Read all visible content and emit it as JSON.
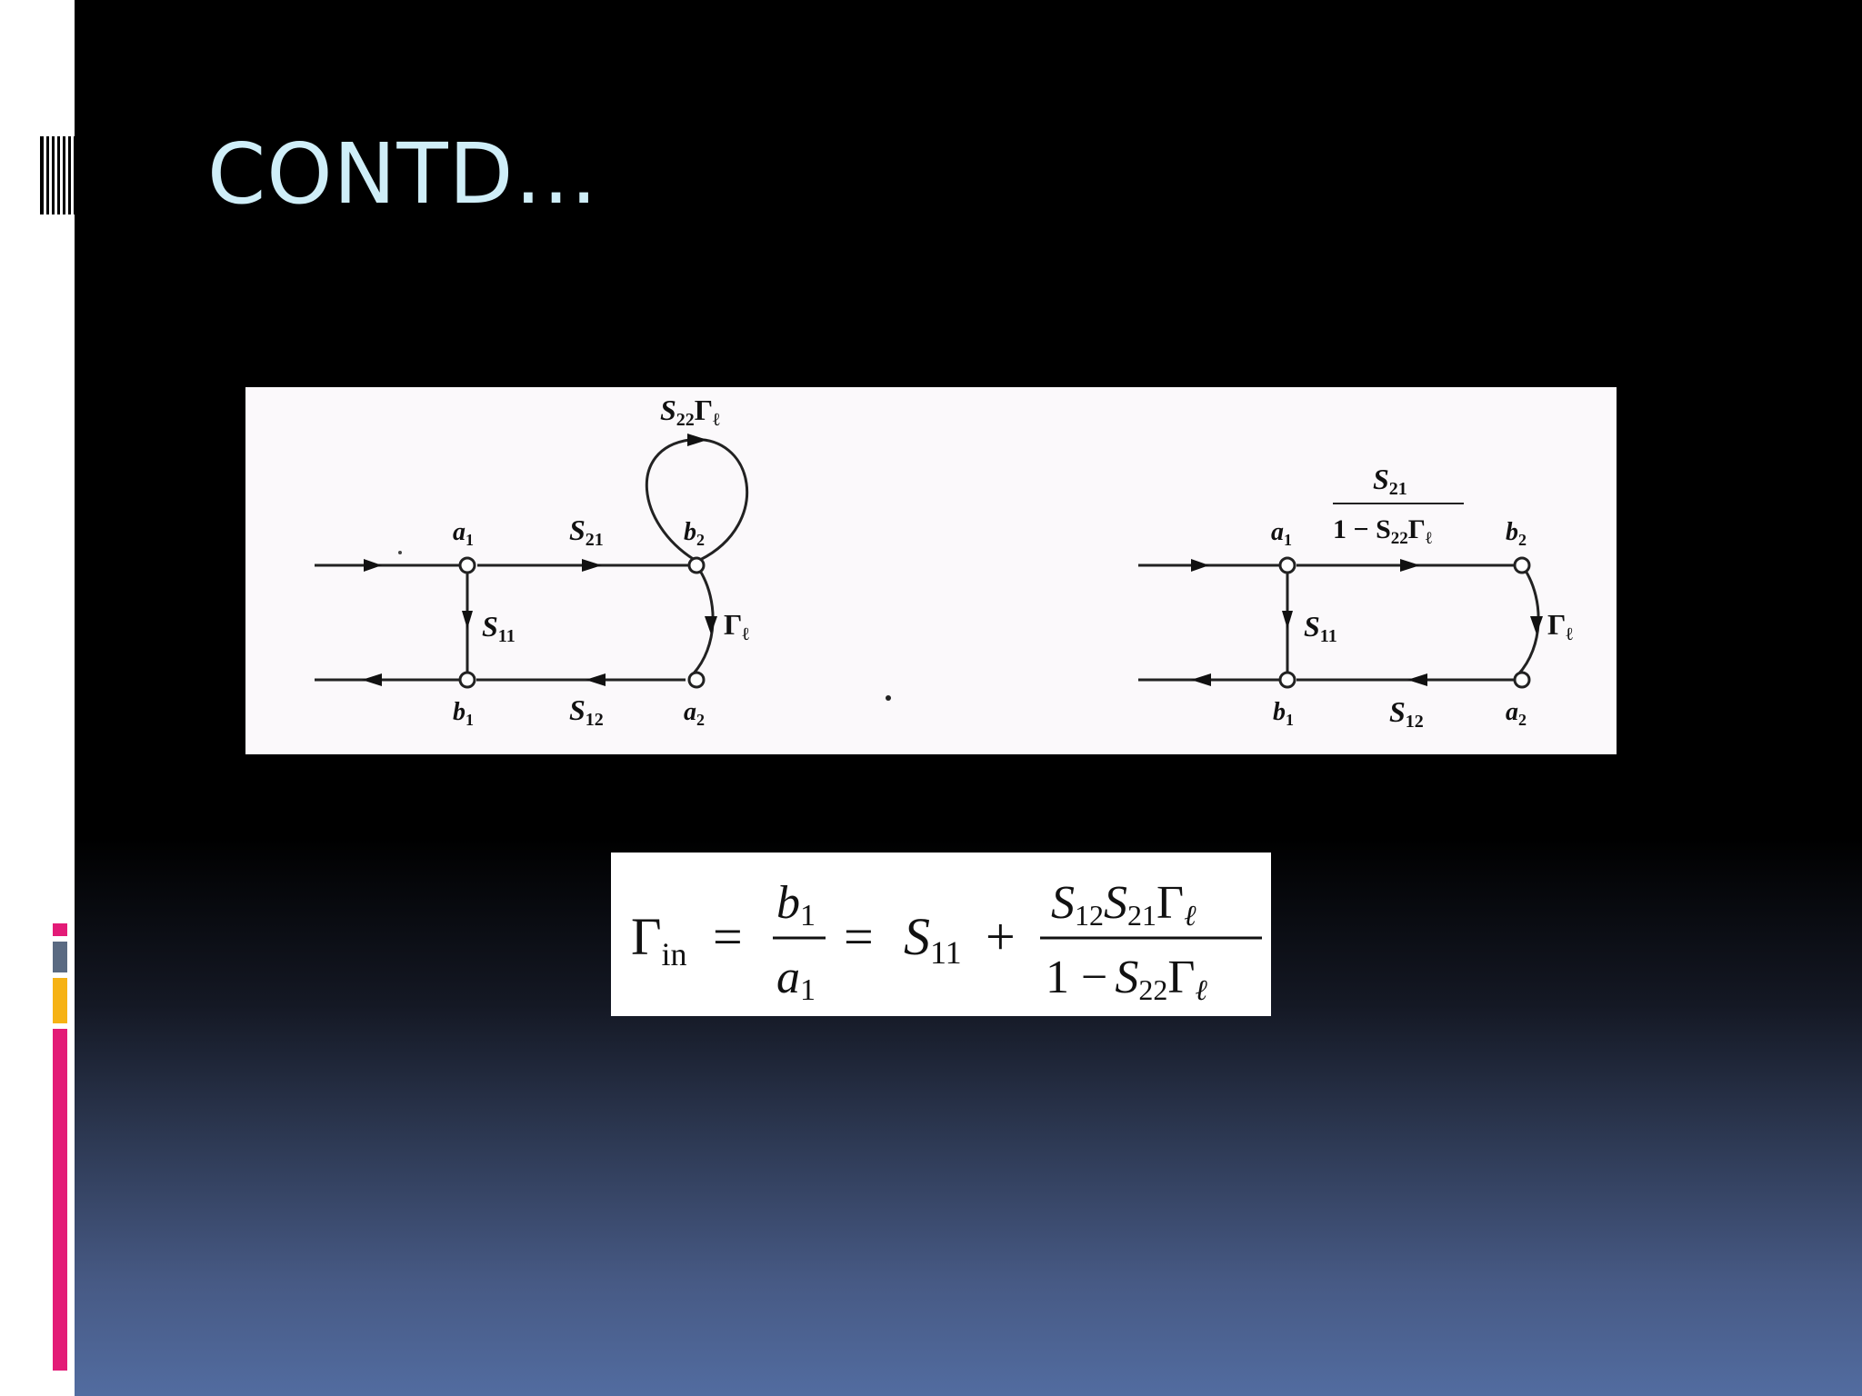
{
  "slide": {
    "title": "CONTD…",
    "colors": {
      "title": "#cfeef8",
      "accent_magenta": "#e31b77",
      "accent_gold": "#f6b214",
      "accent_slate": "#5a6a82",
      "background_dark": "#000000",
      "background_blue": "#526ca0"
    }
  },
  "diagram_left": {
    "nodes": [
      "a",
      "b",
      "b",
      "a"
    ],
    "node_subscripts": [
      "1",
      "1",
      "2",
      "2"
    ],
    "branches": {
      "forward": "S",
      "forward_sub": "21",
      "reflect_in": "S",
      "reflect_in_sub": "11",
      "reverse": "S",
      "reverse_sub": "12",
      "loop": "S",
      "loop_sub": "22",
      "loop_gamma": "Γ",
      "loop_gamma_sub": "ℓ",
      "load": "Γ",
      "load_sub": "ℓ"
    }
  },
  "diagram_right": {
    "nodes": [
      "a",
      "b",
      "b",
      "a"
    ],
    "node_subscripts": [
      "1",
      "1",
      "2",
      "2"
    ],
    "branches": {
      "forward_num": "S",
      "forward_num_sub": "21",
      "forward_den_one": "1 − S",
      "forward_den_sub": "22",
      "forward_den_gamma": "Γ",
      "forward_den_gamma_sub": "ℓ",
      "reflect_in": "S",
      "reflect_in_sub": "11",
      "reverse": "S",
      "reverse_sub": "12",
      "load": "Γ",
      "load_sub": "ℓ"
    }
  },
  "equation": {
    "lhs": "Γ",
    "lhs_sub": "in",
    "equals": "=",
    "frac1_num": "b",
    "frac1_num_sub": "1",
    "frac1_den": "a",
    "frac1_den_sub": "1",
    "term_s": "S",
    "term_s_sub": "11",
    "plus": "+",
    "frac2_num_s1": "S",
    "frac2_num_s1_sub": "12",
    "frac2_num_s2": "S",
    "frac2_num_s2_sub": "21",
    "frac2_num_gamma": "Γ",
    "frac2_num_gamma_sub": "ℓ",
    "frac2_den_one": "1 −",
    "frac2_den_s": "S",
    "frac2_den_s_sub": "22",
    "frac2_den_gamma": "Γ",
    "frac2_den_gamma_sub": "ℓ"
  }
}
